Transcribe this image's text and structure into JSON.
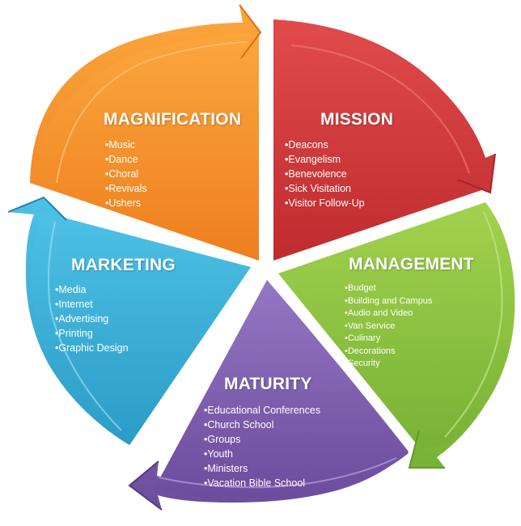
{
  "segments": [
    {
      "key": "magnification",
      "title": "MAGNIFICATION",
      "color": "#F4922A",
      "items": [
        "Music",
        "Dance",
        "Choral",
        "Revivals",
        "Ushers"
      ]
    },
    {
      "key": "mission",
      "title": "MISSION",
      "color": "#D33B3D",
      "items": [
        "Deacons",
        "Evangelism",
        "Benevolence",
        "Sick Visitation",
        "Visitor Follow-Up"
      ]
    },
    {
      "key": "management",
      "title": "MANAGEMENT",
      "color": "#8CC63F",
      "items": [
        "Budget",
        "Building and Campus",
        "Audio and Video",
        "Van Service",
        "Culinary",
        "Decorations",
        "Security"
      ]
    },
    {
      "key": "maturity",
      "title": "MATURITY",
      "color": "#7F5FAE",
      "items": [
        "Educational Conferences",
        "Church School",
        "Groups",
        "Youth",
        "Ministers",
        "Vacation Bible School"
      ]
    },
    {
      "key": "marketing",
      "title": "MARKETING",
      "color": "#3AAFD6",
      "items": [
        "Media",
        "Internet",
        "Advertising",
        "Printing",
        "Graphic Design"
      ]
    }
  ]
}
